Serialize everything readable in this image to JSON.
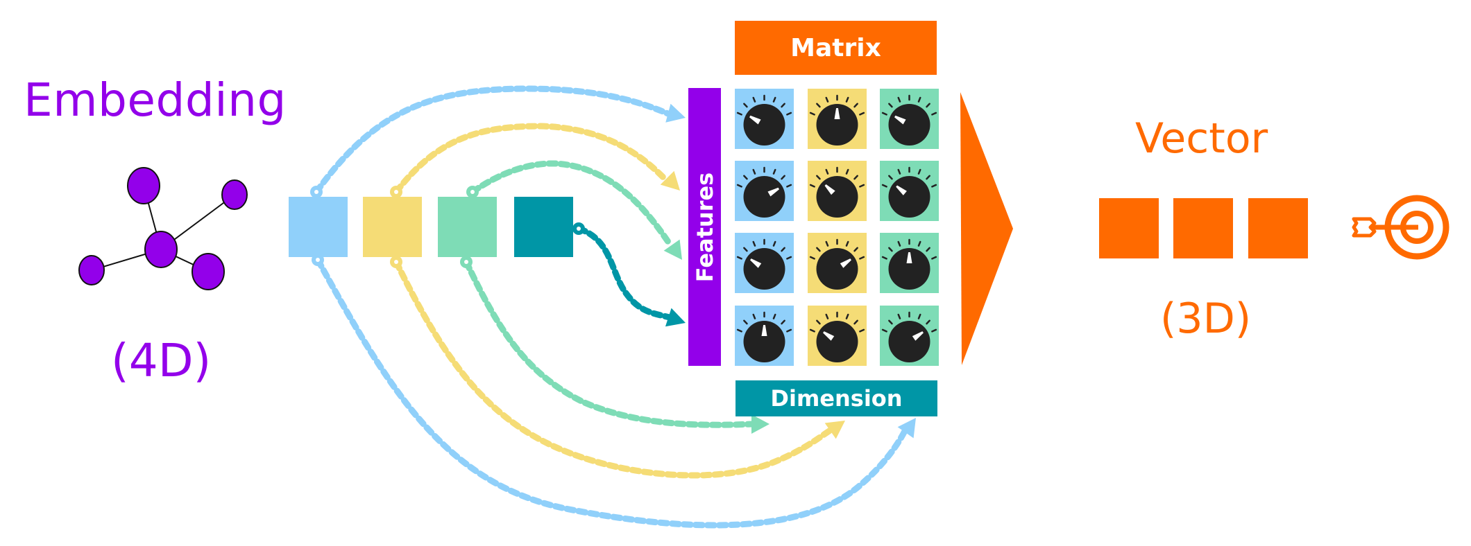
{
  "embedding": {
    "title": "Embedding",
    "dimensions": "(4D)",
    "color": "#9300ea",
    "graph": {
      "icon": "network-graph-icon",
      "node_count": 5,
      "edges": [
        [
          "center",
          "top"
        ],
        [
          "center",
          "right"
        ],
        [
          "center",
          "left"
        ],
        [
          "center",
          "bottom-right"
        ]
      ]
    },
    "cells": [
      {
        "name": "embedding-cell-1",
        "color": "#90d0fa"
      },
      {
        "name": "embedding-cell-2",
        "color": "#f5dc76"
      },
      {
        "name": "embedding-cell-3",
        "color": "#7edcb6"
      },
      {
        "name": "embedding-cell-4",
        "color": "#0096a6"
      }
    ]
  },
  "matrix": {
    "header": "Matrix",
    "header_color": "#ff6a00",
    "features_label": "Features",
    "features_color": "#9300ea",
    "dimension_label": "Dimension",
    "dimension_color": "#0096a6",
    "knob_color": "#222222",
    "column_colors": [
      "#90d0fa",
      "#f5dc76",
      "#7edcb6"
    ],
    "knob_angles_deg": [
      [
        -60,
        0,
        -60
      ],
      [
        60,
        -45,
        -50
      ],
      [
        -55,
        55,
        0
      ],
      [
        0,
        -55,
        55
      ]
    ]
  },
  "connections": {
    "to_features": [
      {
        "from": "embedding-cell-1",
        "color": "#90d0fa"
      },
      {
        "from": "embedding-cell-2",
        "color": "#f5dc76"
      },
      {
        "from": "embedding-cell-3",
        "color": "#7edcb6"
      },
      {
        "from": "embedding-cell-4",
        "color": "#0096a6"
      }
    ],
    "to_dimension": [
      {
        "from": "embedding-cell-1",
        "color": "#90d0fa"
      },
      {
        "from": "embedding-cell-2",
        "color": "#f5dc76"
      },
      {
        "from": "embedding-cell-3",
        "color": "#7edcb6"
      }
    ]
  },
  "transform_arrow": {
    "icon": "transform-arrow-icon",
    "color": "#ff6a00"
  },
  "vector": {
    "title": "Vector",
    "dimensions": "(3D)",
    "color": "#ff6a00",
    "cell_count": 3
  },
  "target": {
    "icon": "target-arrow-icon",
    "color": "#ff6a00"
  }
}
